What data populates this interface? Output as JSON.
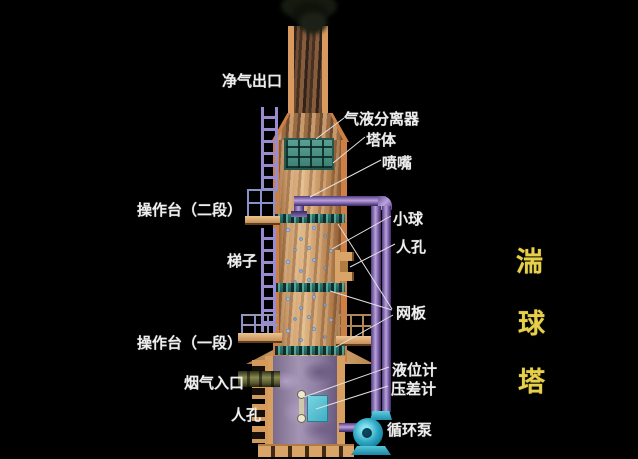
{
  "title": {
    "text": "湍球塔",
    "char1": "湍",
    "char2": "球",
    "char3": "塔",
    "color": "#e6cf4a"
  },
  "labels": {
    "clean_gas_outlet": "净气出口",
    "gas_liquid_separator": "气液分离器",
    "tower_body": "塔体",
    "nozzle": "喷嘴",
    "platform_stage2": "操作台（二段）",
    "ladder": "梯子",
    "small_balls": "小球",
    "manhole_upper": "人孔",
    "mesh_plate": "网板",
    "platform_stage1": "操作台（一段）",
    "flue_gas_inlet": "烟气入口",
    "manhole_lower": "人孔",
    "liquid_level_gauge": "液位计",
    "differential_pressure_gauge": "压差计",
    "circulation_pump": "循环泵"
  },
  "colors": {
    "background": "#000000",
    "label_text": "#eeeeee",
    "title_text": "#e6cf4a",
    "tower_wall": "#cd7f44",
    "tower_interior": "#d2a374",
    "separator_mesh": "#4f9a8c",
    "packing_balls": "#7d9cc8",
    "pipes": "#9a7cc8",
    "sump_liquid": "#9284a4",
    "pump_body": "#2ea8c4"
  }
}
